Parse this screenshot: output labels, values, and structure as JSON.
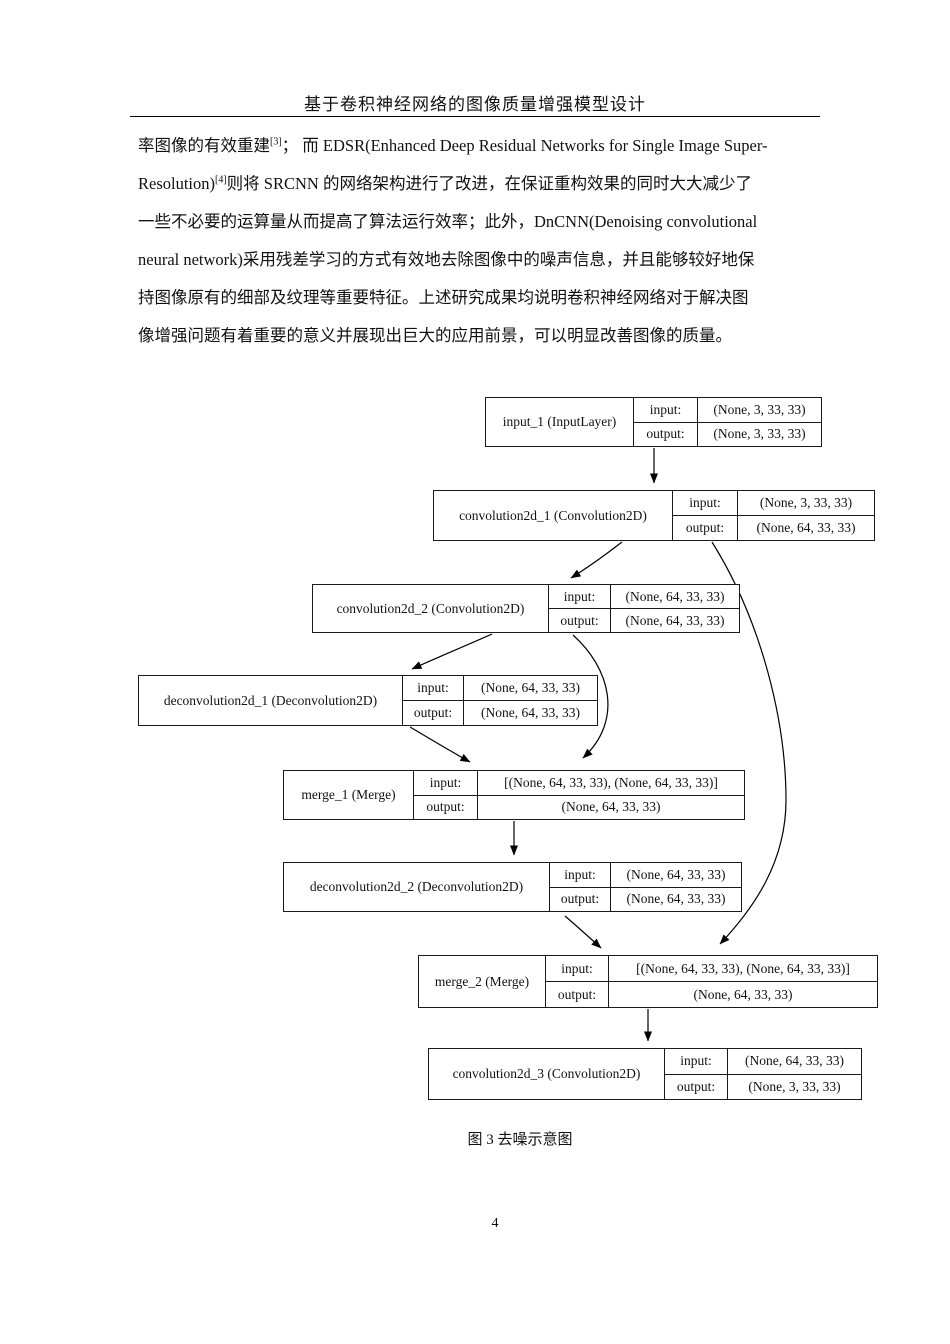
{
  "page": {
    "header_title": "基于卷积神经网络的图像质量增强模型设计",
    "page_number": "4"
  },
  "paragraph": {
    "lines": [
      [
        {
          "t": "率图像的有效重建"
        },
        {
          "t": "[3]",
          "sup": true
        },
        {
          "t": "； 而 EDSR(Enhanced Deep Residual Networks for Single Image Super-"
        }
      ],
      [
        {
          "t": "Resolution)"
        },
        {
          "t": "[4]",
          "sup": true
        },
        {
          "t": "则将 SRCNN 的网络架构进行了改进，在保证重构效果的同时大大减少了"
        }
      ],
      [
        {
          "t": "一些不必要的运算量从而提高了算法运行效率；此外，DnCNN(Denoising convolutional"
        }
      ],
      [
        {
          "t": "neural network)采用残差学习的方式有效地去除图像中的噪声信息，并且能够较好地保"
        }
      ],
      [
        {
          "t": "持图像原有的细部及纹理等重要特征。上述研究成果均说明卷积神经网络对于解决图"
        }
      ],
      [
        {
          "t": "像增强问题有着重要的意义并展现出巨大的应用前景，可以明显改善图像的质量。"
        }
      ]
    ]
  },
  "diagram": {
    "io_labels": {
      "input": "input:",
      "output": "output:"
    },
    "nodes": [
      {
        "id": "input_1",
        "label": "input_1 (InputLayer)",
        "input": "(None, 3, 33, 33)",
        "output": "(None, 3, 33, 33)"
      },
      {
        "id": "convolution2d_1",
        "label": "convolution2d_1 (Convolution2D)",
        "input": "(None, 3, 33, 33)",
        "output": "(None, 64, 33, 33)"
      },
      {
        "id": "convolution2d_2",
        "label": "convolution2d_2 (Convolution2D)",
        "input": "(None, 64, 33, 33)",
        "output": "(None, 64, 33, 33)"
      },
      {
        "id": "deconvolution2d_1",
        "label": "deconvolution2d_1 (Deconvolution2D)",
        "input": "(None, 64, 33, 33)",
        "output": "(None, 64, 33, 33)"
      },
      {
        "id": "merge_1",
        "label": "merge_1 (Merge)",
        "input": "[(None, 64, 33, 33), (None, 64, 33, 33)]",
        "output": "(None, 64, 33, 33)"
      },
      {
        "id": "deconvolution2d_2",
        "label": "deconvolution2d_2 (Deconvolution2D)",
        "input": "(None, 64, 33, 33)",
        "output": "(None, 64, 33, 33)"
      },
      {
        "id": "merge_2",
        "label": "merge_2 (Merge)",
        "input": "[(None, 64, 33, 33), (None, 64, 33, 33)]",
        "output": "(None, 64, 33, 33)"
      },
      {
        "id": "convolution2d_3",
        "label": "convolution2d_3 (Convolution2D)",
        "input": "(None, 64, 33, 33)",
        "output": "(None, 3, 33, 33)"
      }
    ],
    "edges": [
      {
        "from": "input_1",
        "to": "convolution2d_1"
      },
      {
        "from": "convolution2d_1",
        "to": "convolution2d_2"
      },
      {
        "from": "convolution2d_1",
        "to": "merge_2"
      },
      {
        "from": "convolution2d_2",
        "to": "deconvolution2d_1"
      },
      {
        "from": "convolution2d_2",
        "to": "merge_1"
      },
      {
        "from": "deconvolution2d_1",
        "to": "merge_1"
      },
      {
        "from": "merge_1",
        "to": "deconvolution2d_2"
      },
      {
        "from": "deconvolution2d_2",
        "to": "merge_2"
      },
      {
        "from": "merge_2",
        "to": "convolution2d_3"
      }
    ],
    "caption": "图 3 去噪示意图",
    "line_color": "#000000",
    "background": "#ffffff"
  }
}
